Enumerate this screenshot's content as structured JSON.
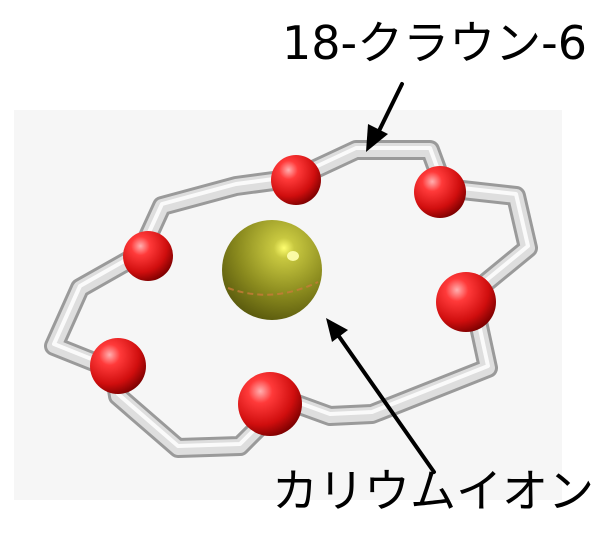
{
  "labels": {
    "crown_ether": "18-クラウン-6",
    "potassium_ion": "カリウムイオン"
  },
  "colors": {
    "background": "#ffffff",
    "panel": "#f6f6f6",
    "ring_tube": "#d8d8d8",
    "oxygen": "#e01515",
    "potassium": "#8a8a1a",
    "arrow": "#000000"
  },
  "ring": {
    "oxygen_atom_count": 6
  }
}
